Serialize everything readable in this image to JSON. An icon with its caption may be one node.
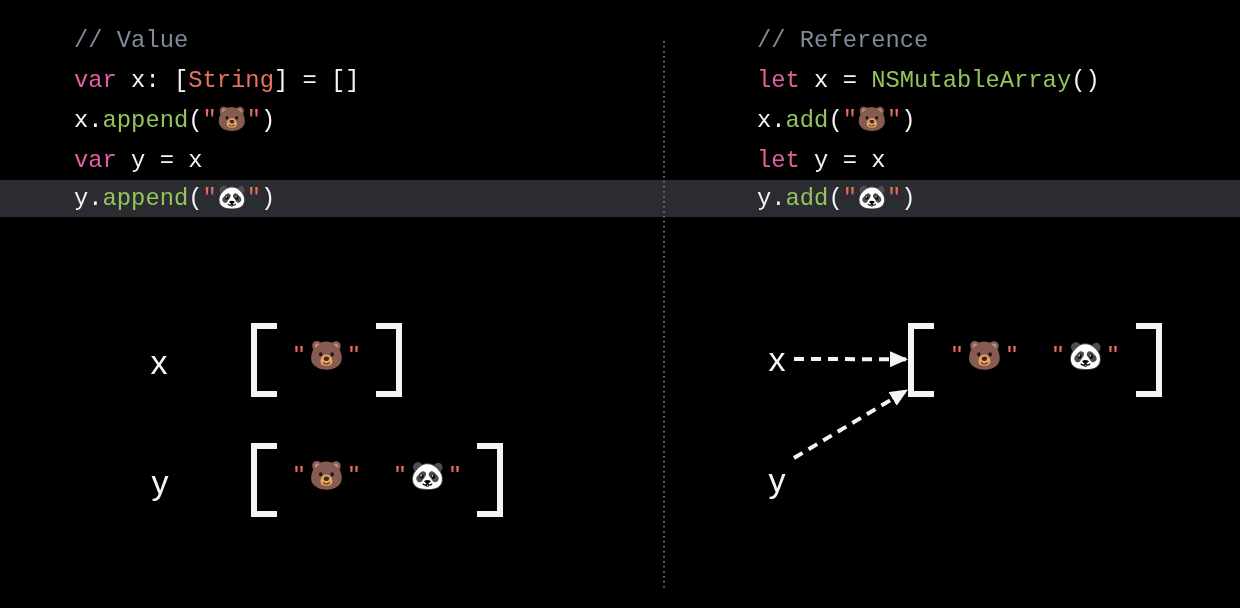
{
  "diagram": {
    "nodes": [
      {
        "text": [
          "y.append(\"🐼\")",
          "y.add(\"🐼\")"
        ]
      },
      {
        "text": [
          "\"🐻\""
        ],
        "beside": [
          "x"
        ]
      },
      {
        "text": [
          "\"🐻\"",
          "\"🐼\""
        ],
        "beside": [
          "y"
        ]
      },
      {
        "text": [
          "x"
        ]
      },
      {
        "text": [
          "\"🐻\"",
          "\"🐼\""
        ]
      },
      {
        "text": [
          "y"
        ]
      }
    ],
    "edges": [
      {
        "from": 3,
        "to": 4,
        "arrow": "to",
        "style": "dashed"
      },
      {
        "from": 5,
        "to": 4,
        "arrow": "to",
        "style": "dashed"
      }
    ],
    "labels": [
      "// Value",
      "var x: [String] = []",
      "x.append(\"🐻\")",
      "var y = x",
      "// Reference",
      "let x = NSMutableArray()",
      "x.add(\"🐻\")",
      "let y = x"
    ]
  }
}
